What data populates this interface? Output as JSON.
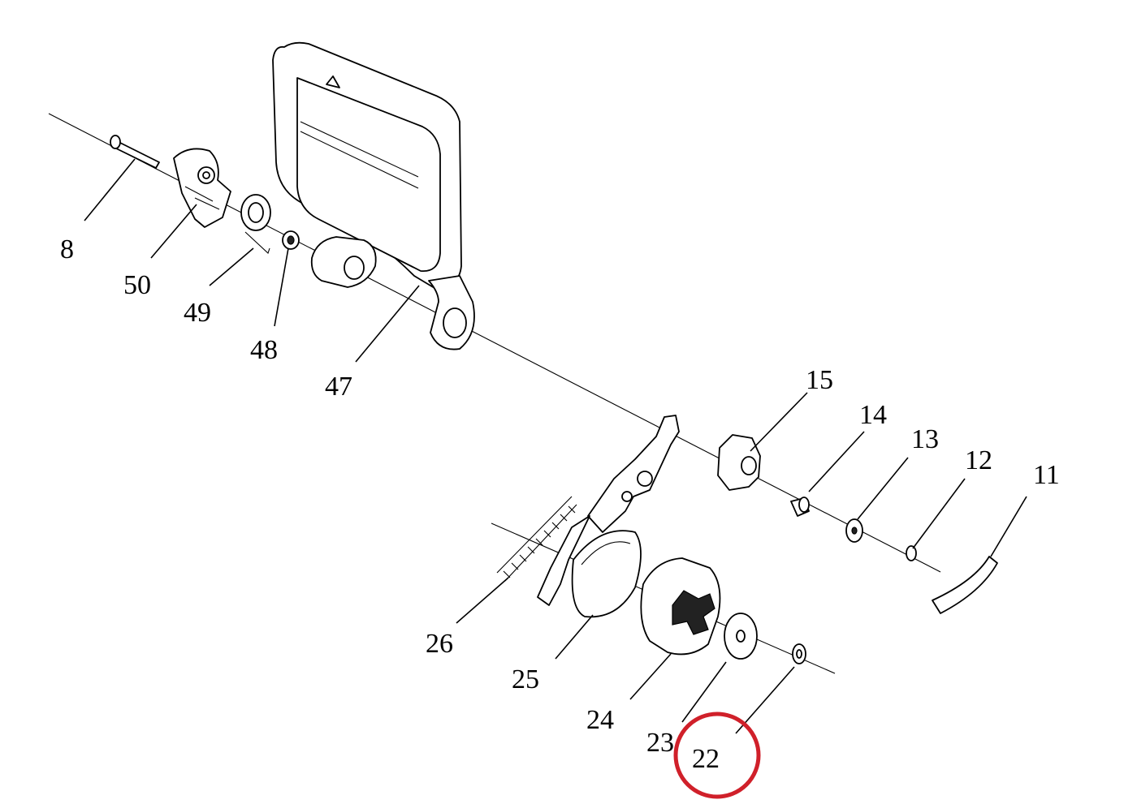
{
  "diagram": {
    "callouts": [
      {
        "id": "8",
        "text": "8"
      },
      {
        "id": "50",
        "text": "50"
      },
      {
        "id": "49",
        "text": "49"
      },
      {
        "id": "48",
        "text": "48"
      },
      {
        "id": "47",
        "text": "47"
      },
      {
        "id": "15",
        "text": "15"
      },
      {
        "id": "14",
        "text": "14"
      },
      {
        "id": "13",
        "text": "13"
      },
      {
        "id": "12",
        "text": "12"
      },
      {
        "id": "11",
        "text": "11"
      },
      {
        "id": "26",
        "text": "26"
      },
      {
        "id": "25",
        "text": "25"
      },
      {
        "id": "24",
        "text": "24"
      },
      {
        "id": "23",
        "text": "23"
      },
      {
        "id": "22",
        "text": "22"
      }
    ],
    "highlight": {
      "target": "22",
      "color": "#d0202a"
    }
  }
}
